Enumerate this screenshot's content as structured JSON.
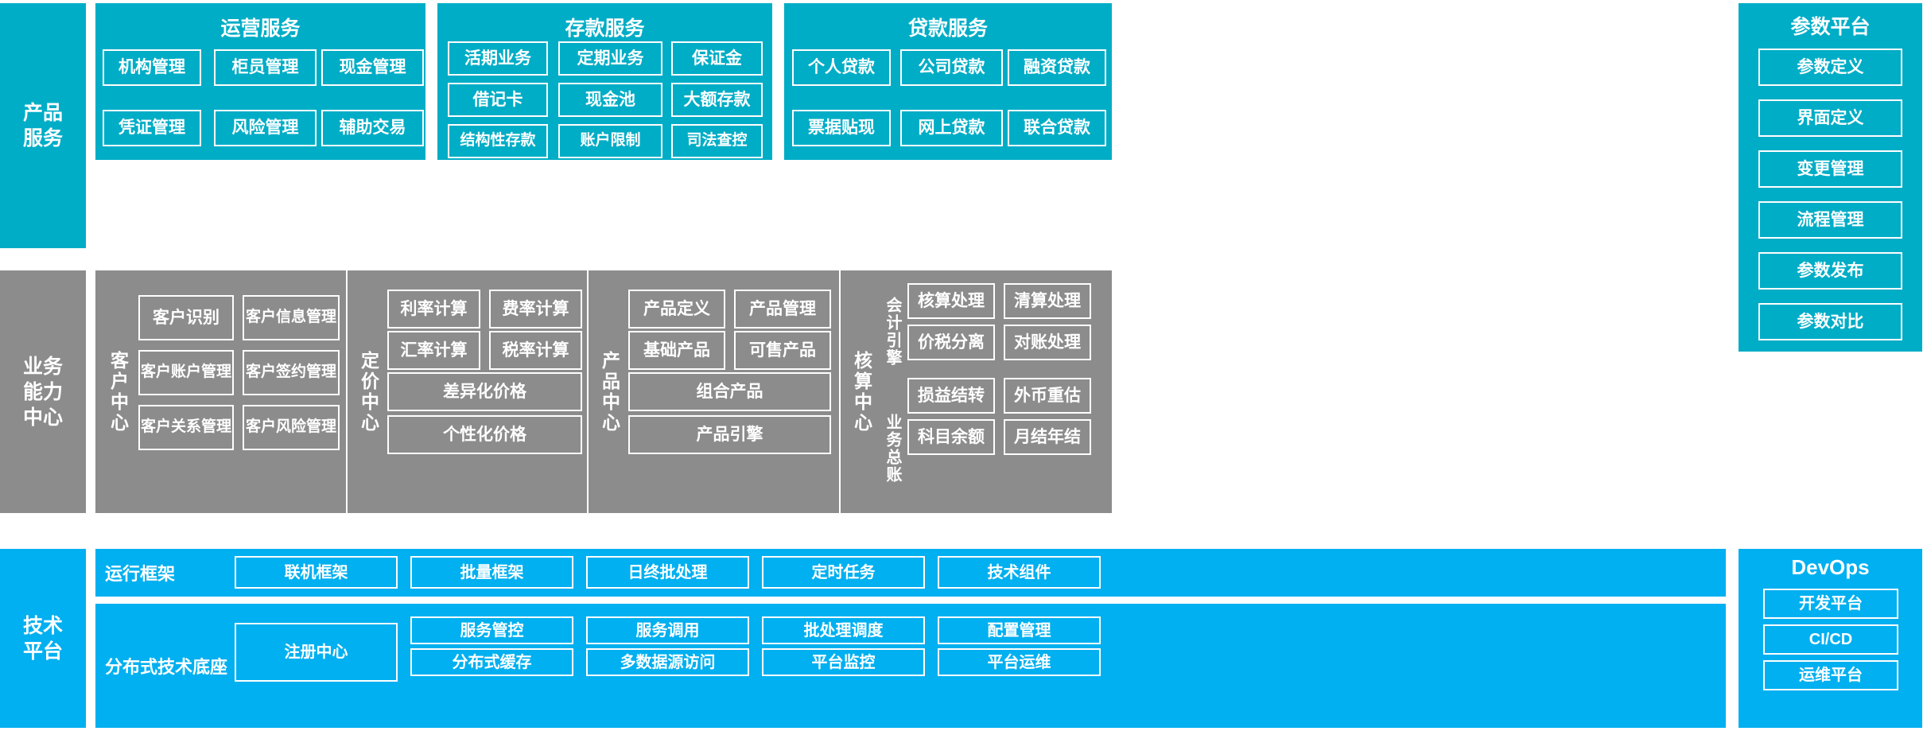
{
  "colors": {
    "service_cyan": "#00ADC6",
    "capability_gray": "#8C8C8C",
    "tech_blue": "#00B0F0",
    "border_white": "#FFFFFF",
    "page_background": "#FFFFFF"
  },
  "bands": {
    "product_service": {
      "label": "产品\n服务",
      "label_line1": "产品",
      "label_line2": "服务"
    },
    "business_capability": {
      "label_line1": "业务",
      "label_line2": "能力",
      "label_line3": "中心"
    },
    "technology_platform": {
      "label_line1": "技术",
      "label_line2": "平台"
    }
  },
  "product_service": {
    "groups": [
      {
        "title": "运营服务",
        "rows": [
          [
            "机构管理",
            "柜员管理",
            "现金管理"
          ],
          [
            "凭证管理",
            "风险管理",
            "辅助交易"
          ]
        ]
      },
      {
        "title": "存款服务",
        "rows": [
          [
            "活期业务",
            "定期业务",
            "保证金"
          ],
          [
            "借记卡",
            "现金池",
            "大额存款"
          ],
          [
            "结构性存款",
            "账户限制",
            "司法查控"
          ]
        ]
      },
      {
        "title": "贷款服务",
        "rows": [
          [
            "个人贷款",
            "公司贷款",
            "融资贷款"
          ],
          [
            "票据贴现",
            "网上贷款",
            "联合贷款"
          ]
        ]
      }
    ]
  },
  "parameter_platform": {
    "title": "参数平台",
    "items": [
      "参数定义",
      "界面定义",
      "变更管理",
      "流程管理",
      "参数发布",
      "参数对比"
    ]
  },
  "business_capability": {
    "centers": [
      {
        "vlabel": "客户中心",
        "rows": [
          [
            "客户识别",
            "客户信息管理"
          ],
          [
            "客户账户管理",
            "客户签约管理"
          ],
          [
            "客户关系管理",
            "客户风险管理"
          ]
        ]
      },
      {
        "vlabel": "定价中心",
        "rows": [
          [
            "利率计算",
            "费率计算"
          ],
          [
            "汇率计算",
            "税率计算"
          ]
        ],
        "wide": [
          "差异化价格",
          "个性化价格"
        ]
      },
      {
        "vlabel": "产品中心",
        "rows": [
          [
            "产品定义",
            "产品管理"
          ],
          [
            "基础产品",
            "可售产品"
          ]
        ],
        "wide": [
          "组合产品",
          "产品引擎"
        ]
      },
      {
        "vlabel": "核算中心",
        "sub_labels": [
          "会计引擎",
          "业务总账"
        ],
        "rows": [
          [
            "核算处理",
            "清算处理"
          ],
          [
            "价税分离",
            "对账处理"
          ],
          [
            "损益结转",
            "外币重估"
          ],
          [
            "科目余额",
            "月结年结"
          ]
        ]
      }
    ]
  },
  "technology_platform": {
    "rows": [
      {
        "label": "运行框架",
        "items": [
          "联机框架",
          "批量框架",
          "日终批处理",
          "定时任务",
          "技术组件"
        ]
      },
      {
        "label": "分布式技术底座",
        "anchor": "注册中心",
        "columns": [
          [
            "服务管控",
            "分布式缓存"
          ],
          [
            "服务调用",
            "多数据源访问"
          ],
          [
            "批处理调度",
            "平台监控"
          ],
          [
            "配置管理",
            "平台运维"
          ]
        ]
      }
    ]
  },
  "devops": {
    "title": "DevOps",
    "items": [
      "开发平台",
      "CI/CD",
      "运维平台"
    ]
  }
}
